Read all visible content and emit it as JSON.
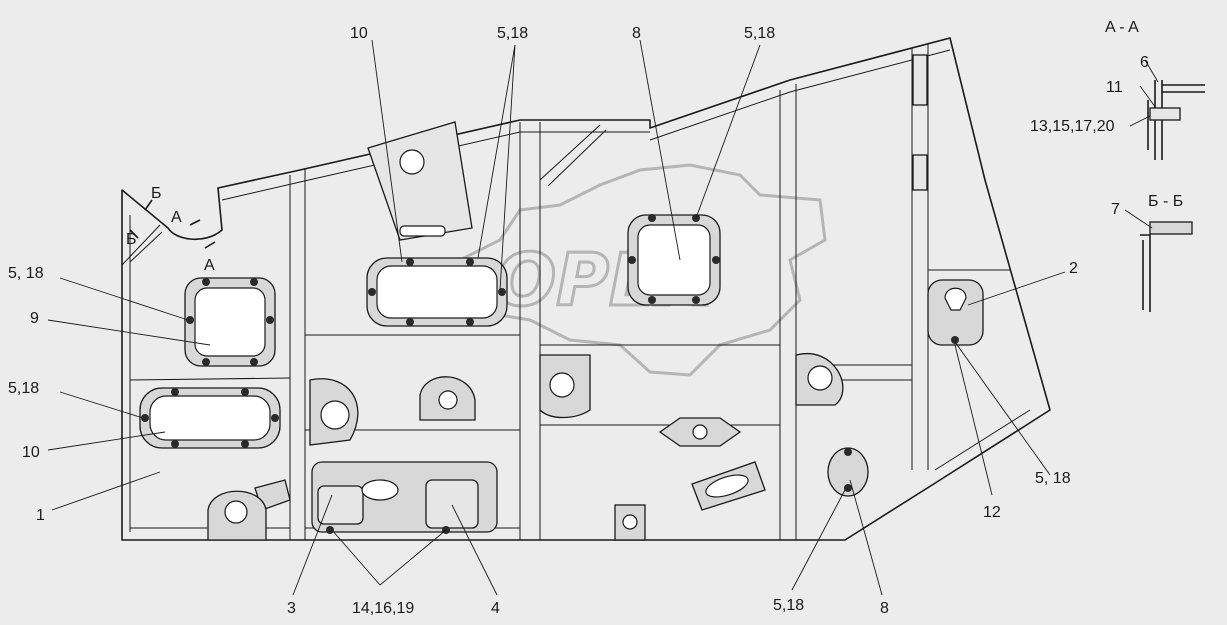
{
  "watermark": {
    "text": "OPEX"
  },
  "labels": {
    "l10_top": "10",
    "l518_top_a": "5,18",
    "l8_top": "8",
    "l518_top_b": "5,18",
    "l518_left_a": "5, 18",
    "l9": "9",
    "l518_left_b": "5,18",
    "l10_left": "10",
    "l1": "1",
    "l3": "3",
    "l141619": "14,16,19",
    "l4": "4",
    "l518_bottom": "5,18",
    "l8_bottom": "8",
    "l12": "12",
    "l518_right": "5, 18",
    "l2": "2"
  },
  "section_aa": {
    "title": "A - A",
    "l6": "6",
    "l11": "11",
    "l13151720": "13,15,17,20"
  },
  "section_bb": {
    "title": "Б - Б",
    "l7": "7"
  },
  "markers": {
    "b1": "Б",
    "b2": "Б",
    "a1": "А",
    "a2": "А"
  }
}
